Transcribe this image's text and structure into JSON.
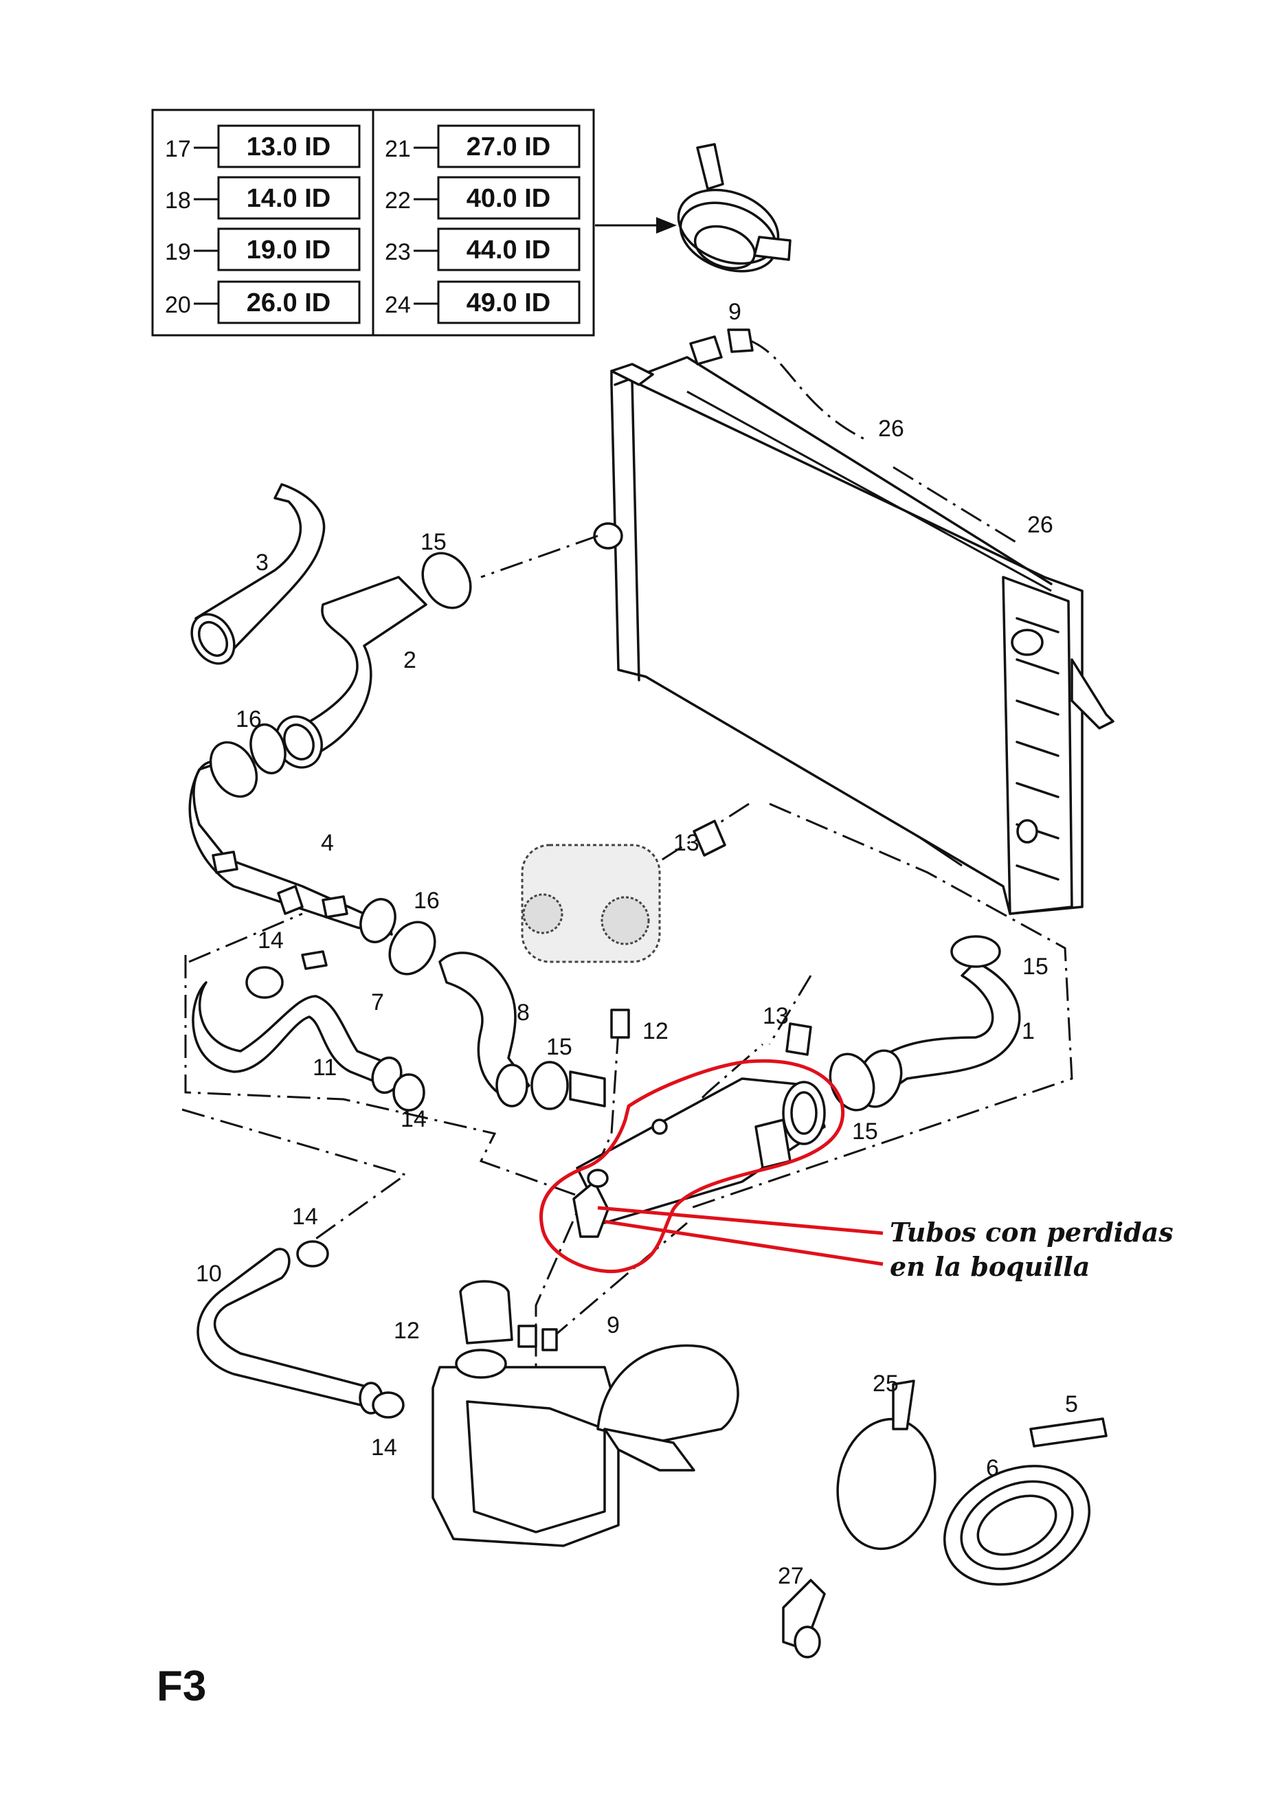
{
  "figure_label": "F3",
  "size_table": {
    "left": [
      {
        "num": "17",
        "size": "13.0 ID"
      },
      {
        "num": "18",
        "size": "14.0 ID"
      },
      {
        "num": "19",
        "size": "19.0 ID"
      },
      {
        "num": "20",
        "size": "26.0 ID"
      }
    ],
    "right": [
      {
        "num": "21",
        "size": "27.0 ID"
      },
      {
        "num": "22",
        "size": "40.0 ID"
      },
      {
        "num": "23",
        "size": "44.0 ID"
      },
      {
        "num": "24",
        "size": "49.0 ID"
      }
    ]
  },
  "callouts": {
    "c9a": "9",
    "c26a": "26",
    "c26b": "26",
    "c3": "3",
    "c15a": "15",
    "c2": "2",
    "c16a": "16",
    "c4": "4",
    "c13a": "13",
    "c16b": "16",
    "c14a": "14",
    "c7": "7",
    "c8": "8",
    "c12a": "12",
    "c13b": "13",
    "c15b": "15",
    "c1": "1",
    "c11": "11",
    "c15c": "15",
    "c14b": "14",
    "c15d": "15",
    "c14c": "14",
    "c10": "10",
    "c12b": "12",
    "c9b": "9",
    "c14d": "14",
    "c25": "25",
    "c5": "5",
    "c6": "6",
    "c27": "27"
  },
  "annotation": {
    "line1": "Tubos con perdidas",
    "line2": "en la boquilla",
    "color": "#e0101a"
  }
}
